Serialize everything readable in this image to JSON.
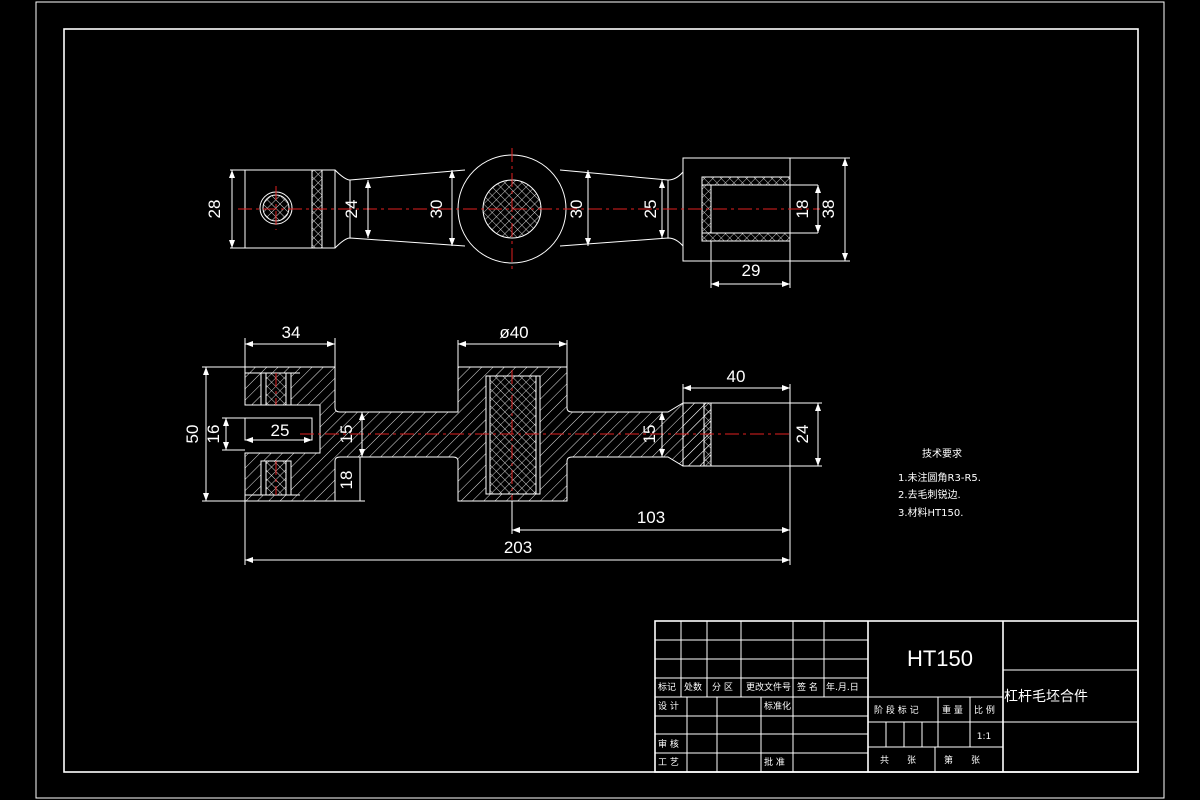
{
  "drawing": {
    "material": "HT150",
    "part_name": "杠杆毛坯合件",
    "scale_value": "1:1"
  },
  "top_view_dims": {
    "d28": "28",
    "d24": "24",
    "d30a": "30",
    "d30b": "30",
    "d25": "25",
    "d18": "18",
    "d38": "38",
    "d29": "29"
  },
  "front_view_dims": {
    "d34": "34",
    "d40dia": "ø40",
    "d40": "40",
    "d50": "50",
    "d16": "16",
    "d25": "25",
    "d15a": "15",
    "d15b": "15",
    "d18": "18",
    "d24": "24",
    "d103": "103",
    "d203": "203"
  },
  "notes": {
    "title": "技术要求",
    "items": [
      "1.未注圆角R3-R5.",
      "2.去毛刺锐边.",
      "3.材料HT150."
    ]
  },
  "title_block": {
    "mark": "标记",
    "count": "处数",
    "zone": "分 区",
    "doc_no": "更改文件号",
    "sign": "签 名",
    "date": "年.月.日",
    "design": "设 计",
    "standardize": "标准化",
    "check": "审 核",
    "process": "工 艺",
    "approve": "批 准",
    "stage": "阶 段 标 记",
    "weight": "重 量",
    "scale": "比 例",
    "sheets": "共　　张",
    "sheet": "第　　张"
  }
}
